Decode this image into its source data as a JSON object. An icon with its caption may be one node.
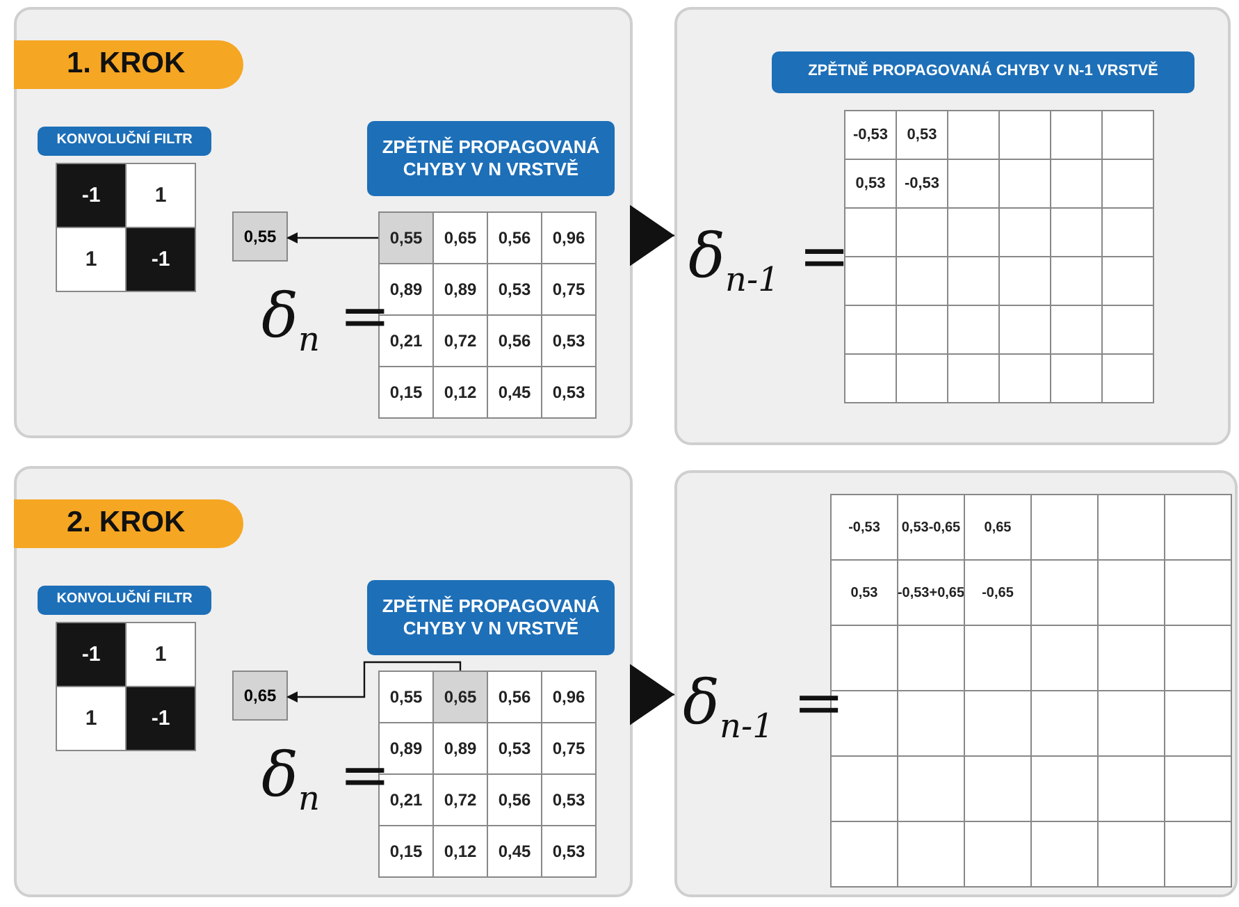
{
  "diagram": {
    "nodes": [
      {
        "text": [
          "1. KROK"
        ]
      },
      {
        "text": [
          "KONVOLUČNÍ FILTR"
        ],
        "in": 0
      },
      {
        "text": [
          "ZPĚTNĚ PROPAGOVANÁ CHYBY V N VRSTVĚ"
        ],
        "in": 0
      },
      {
        "text": [
          "0,55"
        ],
        "in": 0
      },
      {
        "text": [
          "0,55"
        ],
        "in": 0
      },
      {
        "text": [],
        "shape": "box"
      },
      {
        "text": [
          "ZPĚTNĚ PROPAGOVANÁ CHYBY V N-1 VRSTVĚ"
        ],
        "in": 5
      },
      {
        "text": [
          "2. KROK"
        ]
      },
      {
        "text": [
          "KONVOLUČNÍ FILTR"
        ],
        "in": 7
      },
      {
        "text": [
          "ZPĚTNĚ PROPAGOVANÁ CHYBY V N VRSTVĚ"
        ],
        "in": 7
      },
      {
        "text": [
          "0,65"
        ],
        "in": 7
      },
      {
        "text": [
          "0,65"
        ],
        "in": 7
      },
      {
        "text": [],
        "shape": "box"
      }
    ],
    "edges": [
      {
        "from": 4,
        "to": 3,
        "arrow": "to"
      },
      {
        "from": 0,
        "to": 5,
        "arrow": "to"
      },
      {
        "from": 11,
        "to": 10,
        "arrow": "to"
      },
      {
        "from": 7,
        "to": 12,
        "arrow": "to"
      }
    ],
    "labels": [
      "-1",
      "1",
      "1",
      "-1",
      "δ$_{n}$ =",
      "0,65",
      "0,56",
      "0,96",
      "0,89",
      "0,89",
      "0,53",
      "0,75",
      "0,21",
      "0,72",
      "0,56",
      "0,53",
      "0,15",
      "0,12",
      "0,45",
      "0,53",
      "δ$_{n-1}$ =",
      "-0,53",
      "0,53",
      "0,53",
      "-0,53",
      "-1",
      "1",
      "1",
      "-1",
      "δ$_{n}$ =",
      "0,55",
      "0,56",
      "0,96",
      "0,89",
      "0,89",
      "0,53",
      "0,75",
      "0,21",
      "0,72",
      "0,56",
      "0,53",
      "0,15",
      "0,12",
      "0,45",
      "0,53",
      "δ$_{n-1}$ =",
      "-0,53",
      "0,53-0,65",
      "0,65",
      "0,53",
      "-0,53+0,65",
      "-0,65"
    ]
  }
}
